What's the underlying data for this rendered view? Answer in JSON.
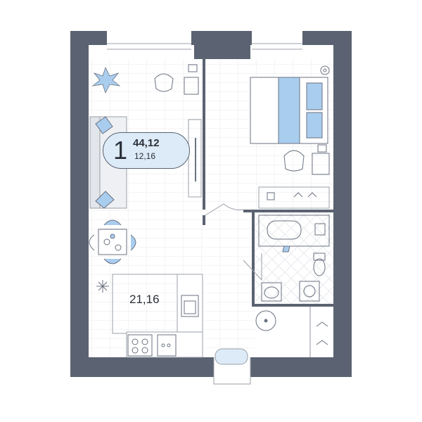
{
  "apartment": {
    "rooms": "1",
    "total_area": "44,12",
    "living_area": "12,16",
    "kitchen_living_area": "21,16"
  },
  "colors": {
    "wall": "#5b6372",
    "accent_blue": "#a9cdee",
    "badge_fill": "#dcebf7",
    "floor_grid": "#e6e8ec",
    "line": "#9aa0a8"
  }
}
